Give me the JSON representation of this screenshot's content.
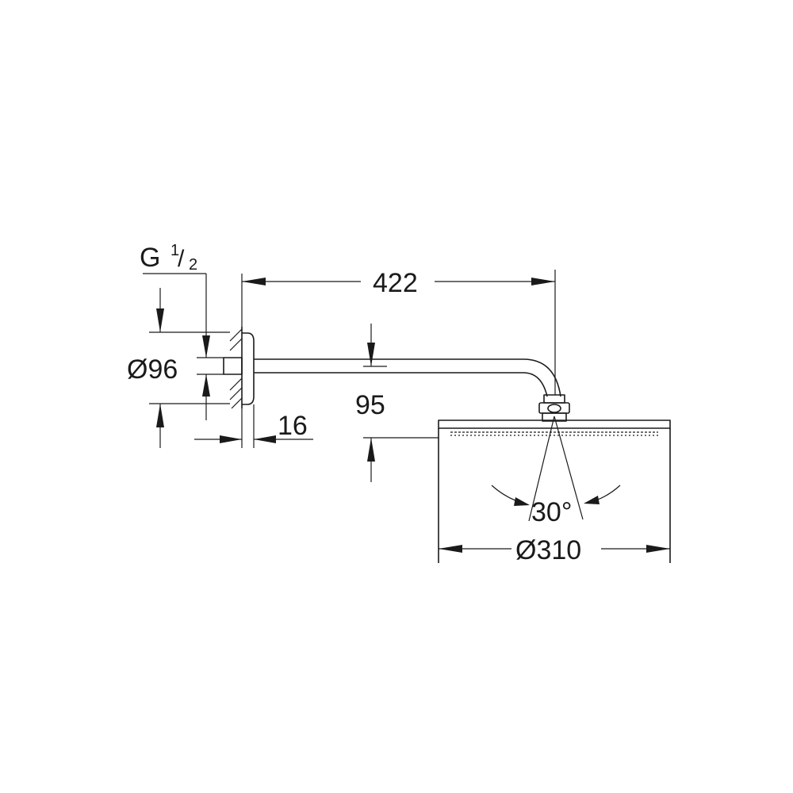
{
  "drawing": {
    "thread_letter": "G",
    "thread_numerator": "1",
    "thread_slash": "/",
    "thread_denominator": "2",
    "flange_diameter": "Ø96",
    "arm_length": "422",
    "flange_depth": "16",
    "arm_drop": "95",
    "tilt_angle": "30°",
    "head_diameter": "Ø310"
  }
}
